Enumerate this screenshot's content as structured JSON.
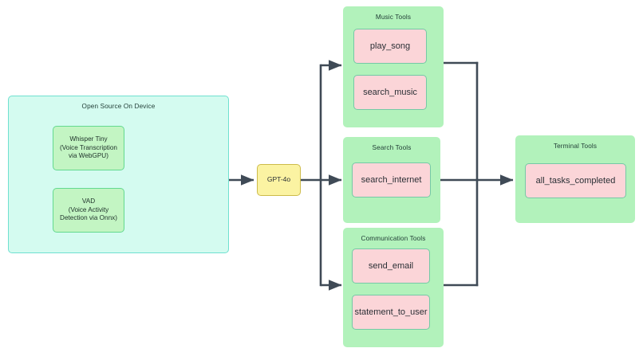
{
  "diagram": {
    "type": "flowchart",
    "direction": "left-to-right",
    "background": "#ffffff",
    "colors": {
      "device_group_fill": "#d4fbf0",
      "device_group_border": "#6fe0d0",
      "tool_group_fill": "#b2f2bb",
      "green_node_fill": "#c3f5c3",
      "green_node_border": "#63d98f",
      "pink_node_fill": "#fbd5d8",
      "pink_node_border": "#75c9a6",
      "yellow_node_fill": "#fbf3a2",
      "yellow_node_border": "#cdbb4a",
      "edge": "#3f4a56"
    },
    "groups": {
      "device": {
        "title": "Open Source On Device",
        "nodes": [
          {
            "label": "Whisper Tiny\n(Voice Transcription\nvia WebGPU)"
          },
          {
            "label": "VAD\n(Voice Activity\nDetection via Onnx)"
          }
        ]
      },
      "model": {
        "label": "GPT-4o"
      },
      "music": {
        "title": "Music Tools",
        "nodes": [
          {
            "label": "play_song"
          },
          {
            "label": "search_music"
          }
        ]
      },
      "search": {
        "title": "Search Tools",
        "nodes": [
          {
            "label": "search_internet"
          }
        ]
      },
      "communication": {
        "title": "Communication Tools",
        "nodes": [
          {
            "label": "send_email"
          },
          {
            "label": "statement_to_user"
          }
        ]
      },
      "terminal": {
        "title": "Terminal Tools",
        "nodes": [
          {
            "label": "all_tasks_completed"
          }
        ]
      }
    }
  }
}
